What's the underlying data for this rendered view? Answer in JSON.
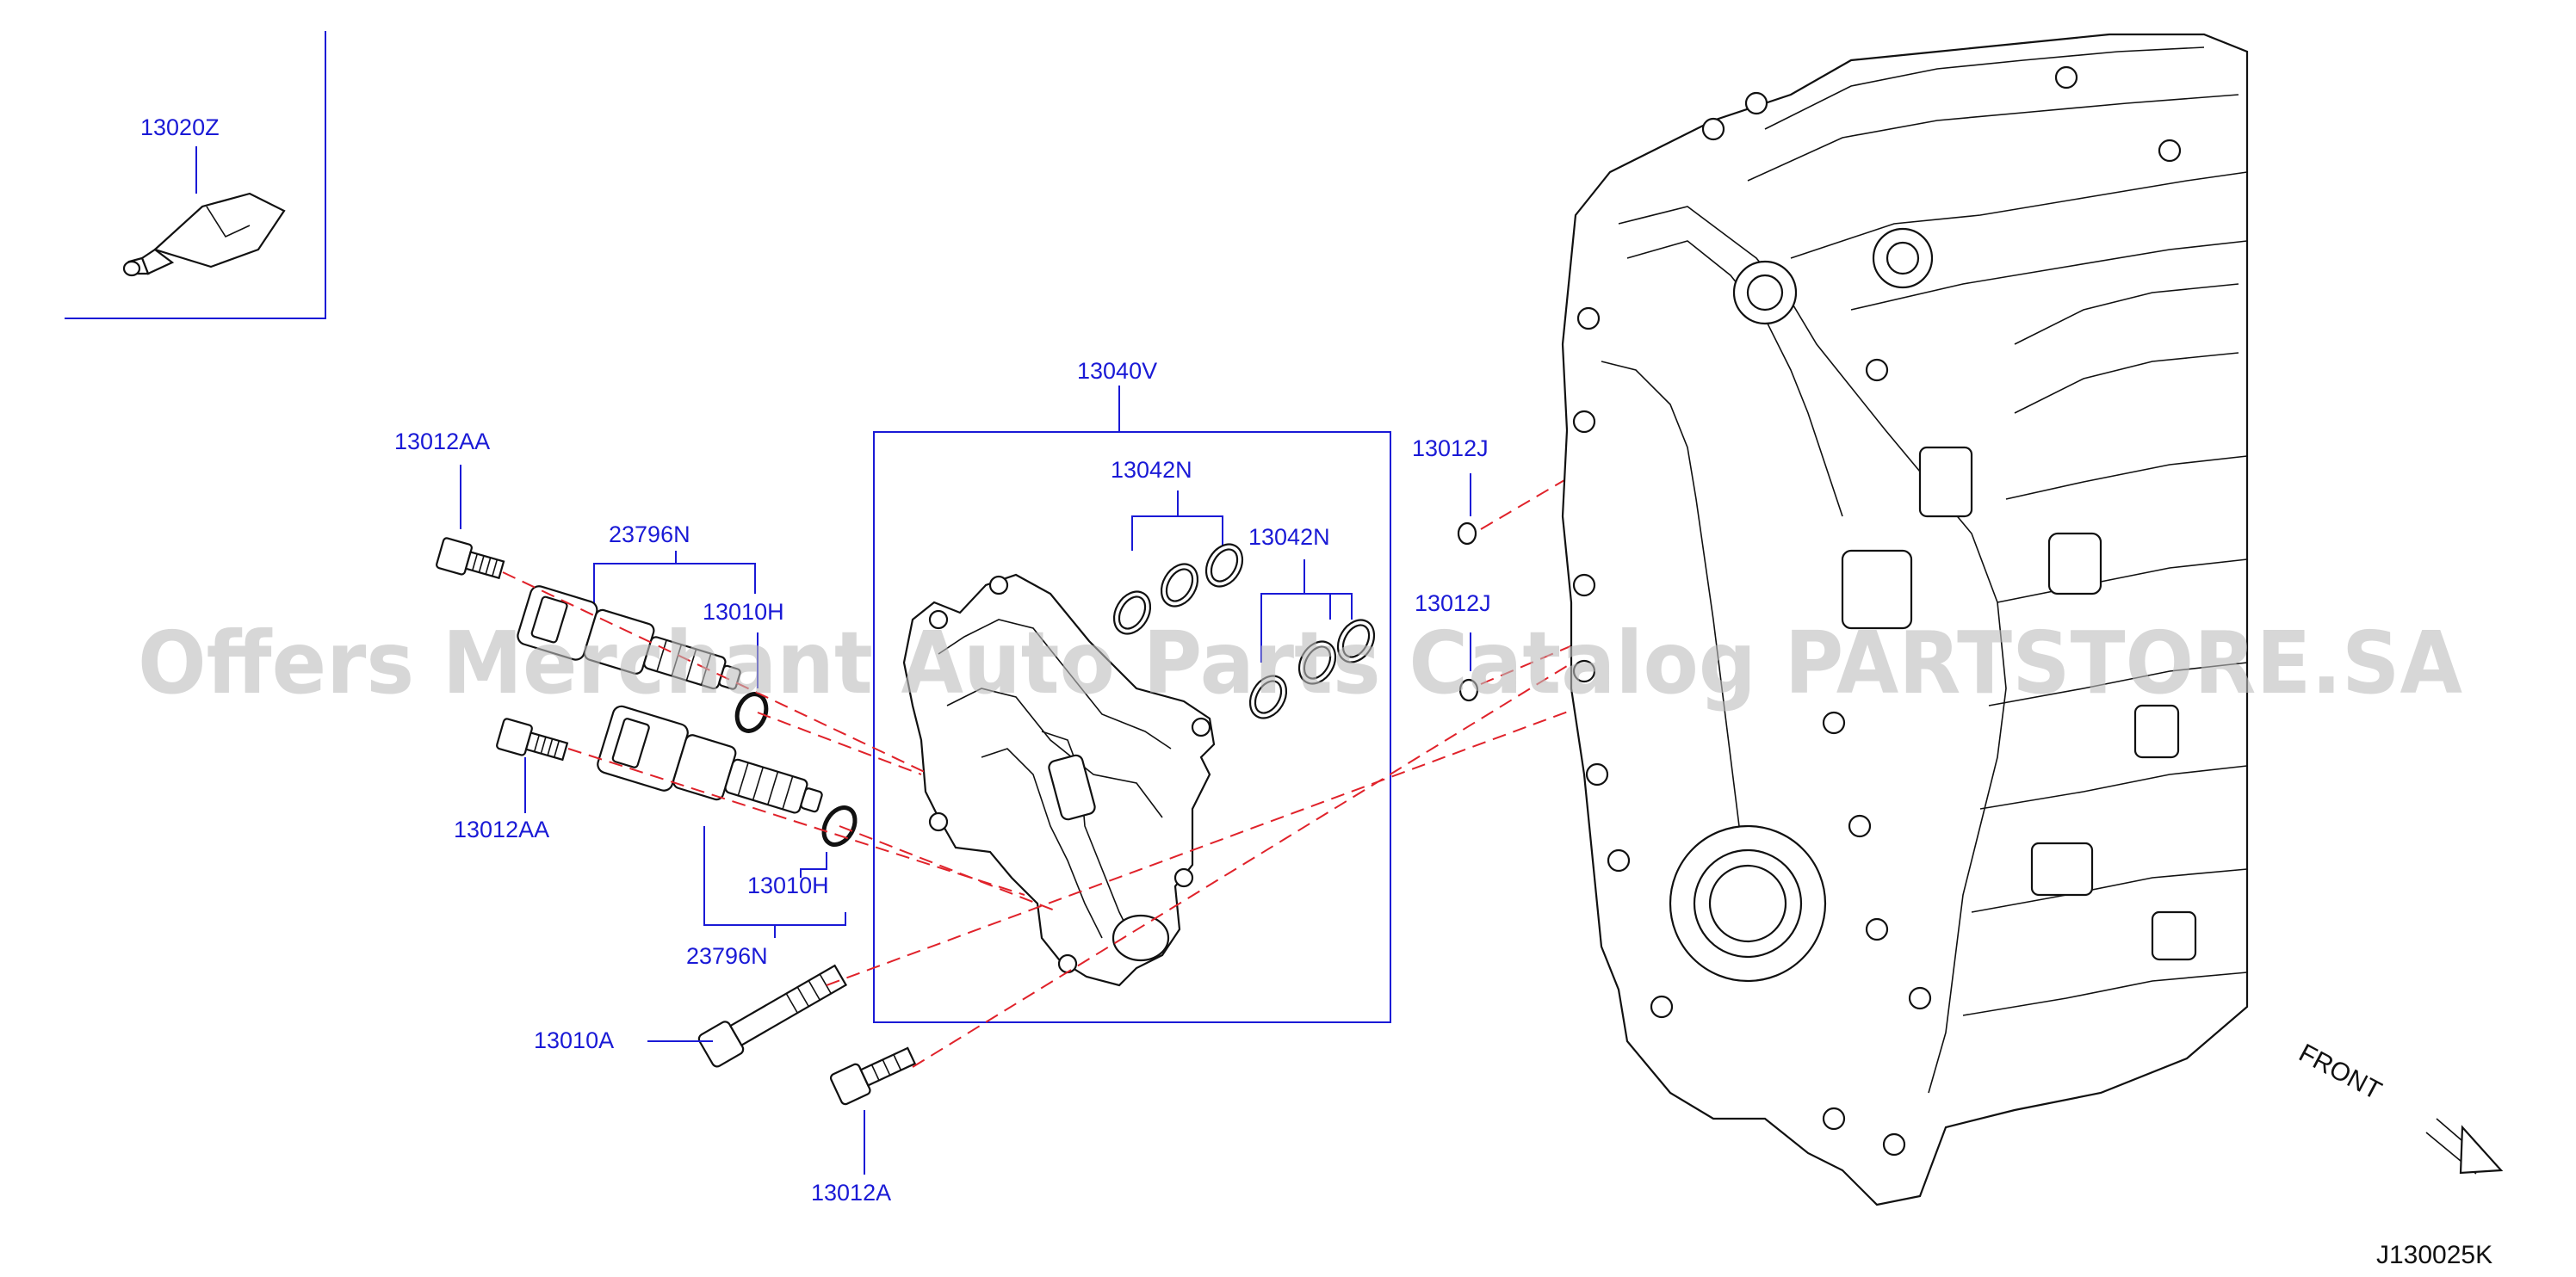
{
  "labels": {
    "sealant": "13020Z",
    "cover_assembly": "13040V",
    "gasket_top": "13042N",
    "gasket_right": "13042N",
    "bolt_top_left": "13012AA",
    "bolt_mid_left": "13012AA",
    "solenoid_top": "23796N",
    "solenoid_bottom": "23796N",
    "oring_top": "13010H",
    "oring_bottom": "13010H",
    "plug_top": "13012J",
    "plug_mid": "13012J",
    "bolt_long": "13010A",
    "bolt_bottom": "13012A"
  },
  "direction_label": "FRONT",
  "diagram_code": "J130025K",
  "watermark": "Offers Merchant Auto Parts Catalog PARTSTORE.SA",
  "colors": {
    "callout": "#1a1ad6",
    "guide_line": "#e0222a",
    "drawing": "#111111",
    "watermark": "#bdbdbd"
  }
}
